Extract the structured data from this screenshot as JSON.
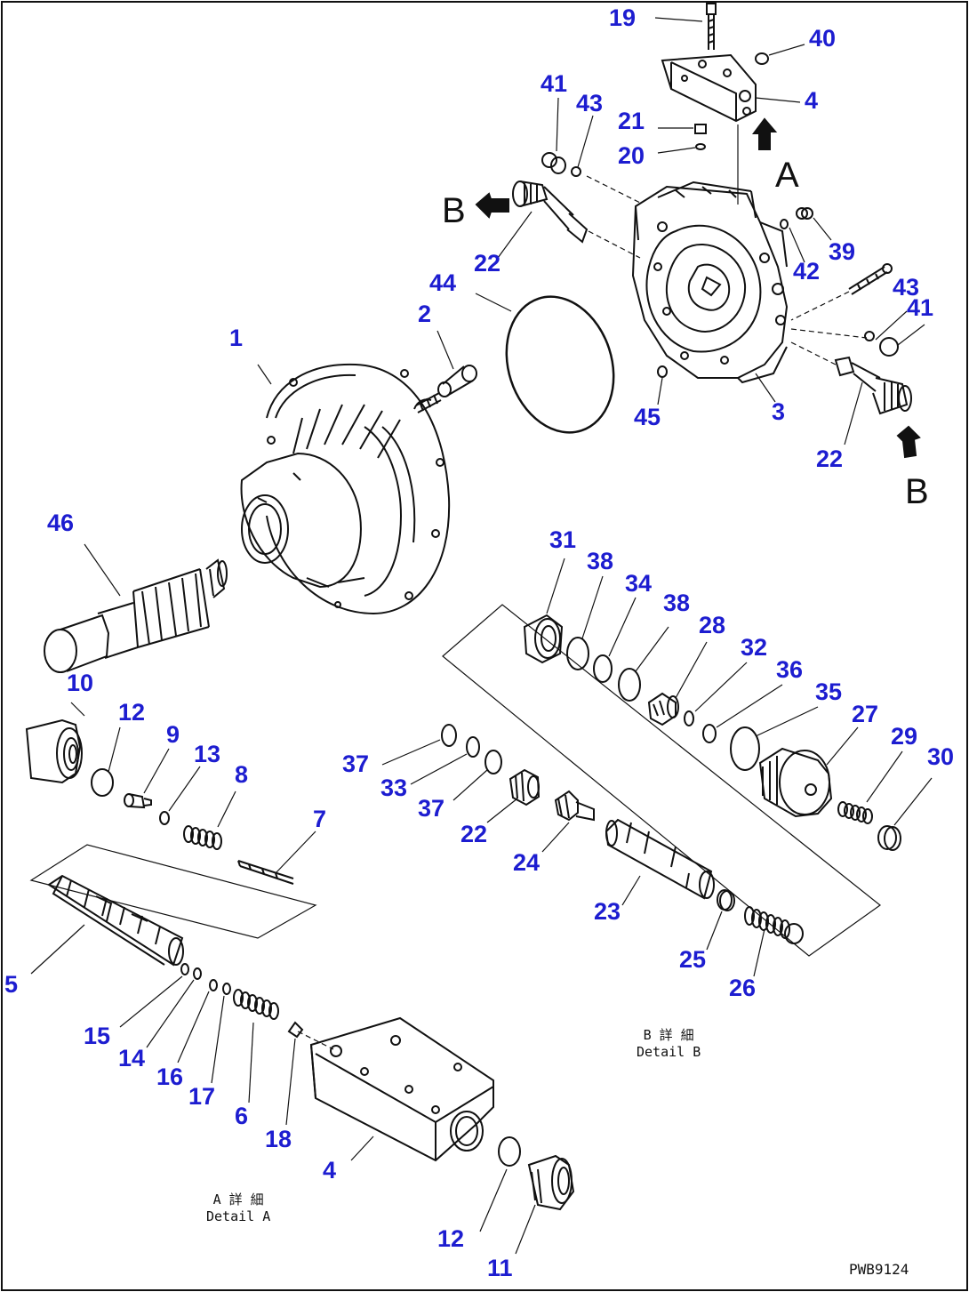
{
  "labels": {
    "p1": "1",
    "p2": "2",
    "p3": "3",
    "p4a": "4",
    "p4b": "4",
    "p5": "5",
    "p6": "6",
    "p7": "7",
    "p8": "8",
    "p9": "9",
    "p10": "10",
    "p11": "11",
    "p12a": "12",
    "p12b": "12",
    "p13": "13",
    "p14": "14",
    "p15": "15",
    "p16": "16",
    "p17": "17",
    "p18": "18",
    "p19": "19",
    "p20": "20",
    "p21": "21",
    "p22a": "22",
    "p22b": "22",
    "p22c": "22",
    "p23": "23",
    "p24": "24",
    "p25": "25",
    "p26": "26",
    "p27": "27",
    "p28": "28",
    "p29": "29",
    "p30": "30",
    "p31": "31",
    "p32": "32",
    "p33": "33",
    "p34": "34",
    "p35": "35",
    "p36": "36",
    "p37a": "37",
    "p37b": "37",
    "p38a": "38",
    "p38b": "38",
    "p39": "39",
    "p40": "40",
    "p41a": "41",
    "p41b": "41",
    "p42": "42",
    "p43a": "43",
    "p43b": "43",
    "p44": "44",
    "p45": "45",
    "p46": "46"
  },
  "view_markers": {
    "a": "A",
    "b_top": "B",
    "b_bottom": "B"
  },
  "detail_captions": {
    "a_native": "A 詳 細",
    "a_english": "Detail A",
    "b_native": "B 詳 細",
    "b_english": "Detail B"
  },
  "drawing_code": "PWB9124",
  "colors": {
    "label": "#1d1dd0",
    "line": "#111111"
  }
}
